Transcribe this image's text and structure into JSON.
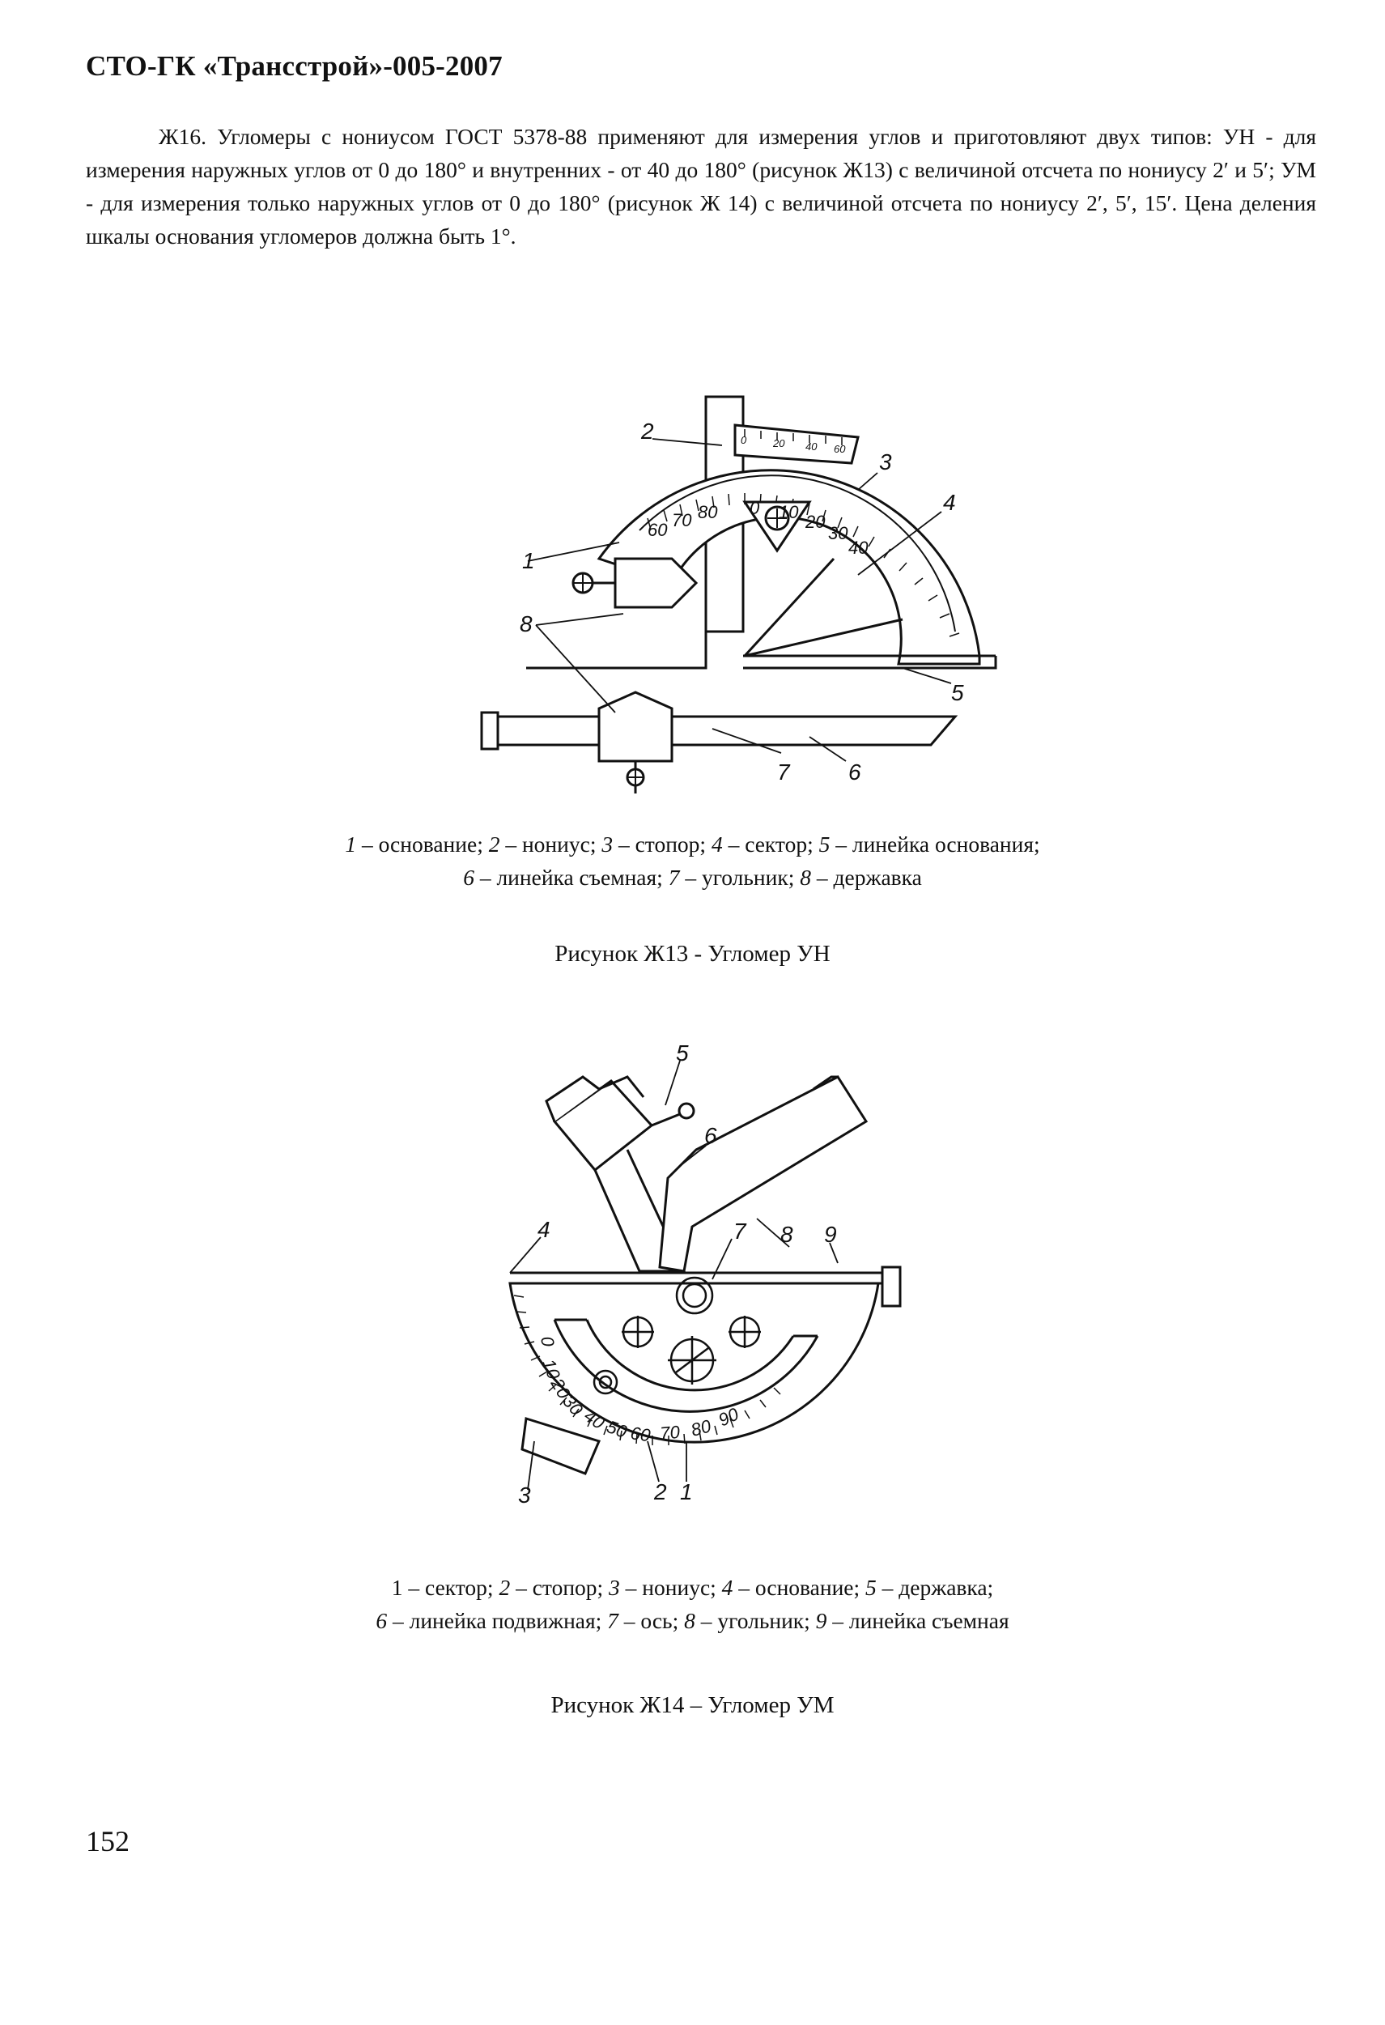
{
  "header": {
    "title": "СТО-ГК «Трансстрой»-005-2007"
  },
  "paragraph": "Ж16. Угломеры с нониусом ГОСТ 5378-88 применяют для измерения углов и приготовляют двух типов: УН - для измерения наружных углов от 0 до 180° и внутренних - от 40 до 180° (рисунок Ж13) с величиной отсчета по нониусу 2′ и 5′; УМ - для измерения только наружных углов от 0 до 180° (рисунок Ж 14) с величиной отсчета по нониусу 2′, 5′, 15′. Цена деления шкалы основания угломеров должна быть 1°.",
  "figure13": {
    "callouts": [
      "1",
      "2",
      "3",
      "4",
      "5",
      "6",
      "7",
      "8"
    ],
    "scale_labels": [
      "60",
      "70",
      "80",
      "0",
      "10",
      "20",
      "30",
      "40"
    ],
    "vernier_labels": [
      "0",
      "20",
      "40",
      "60"
    ],
    "legend_line1": [
      {
        "n": "1",
        "t": " – основание; "
      },
      {
        "n": "2",
        "t": " – нониус; "
      },
      {
        "n": "3",
        "t": " – стопор; "
      },
      {
        "n": "4",
        "t": " – сектор; "
      },
      {
        "n": "5",
        "t": " – линейка основания;"
      }
    ],
    "legend_line2": [
      {
        "n": "6",
        "t": " – линейка съемная; "
      },
      {
        "n": "7",
        "t": " – угольник; "
      },
      {
        "n": "8",
        "t": " – державка"
      }
    ],
    "caption": "Рисунок Ж13 - Угломер УН"
  },
  "figure14": {
    "callouts": [
      "1",
      "2",
      "3",
      "4",
      "5",
      "6",
      "7",
      "8",
      "9"
    ],
    "scale_labels": [
      "0",
      "10",
      "20",
      "30",
      "40",
      "50",
      "60",
      "70",
      "80",
      "90"
    ],
    "legend_line1": [
      {
        "n": "1",
        "t": " – сектор; "
      },
      {
        "n": "2",
        "t": " – стопор; "
      },
      {
        "n": "3",
        "t": " – нониус; "
      },
      {
        "n": "4",
        "t": " – основание; "
      },
      {
        "n": "5",
        "t": " – державка;"
      }
    ],
    "legend_line2": [
      {
        "n": "6",
        "t": " – линейка подвижная; "
      },
      {
        "n": "7",
        "t": " – ось; "
      },
      {
        "n": "8",
        "t": " – угольник; "
      },
      {
        "n": "9",
        "t": " – линейка съемная"
      }
    ],
    "caption": "Рисунок Ж14 – Угломер УМ"
  },
  "page_number": "152"
}
